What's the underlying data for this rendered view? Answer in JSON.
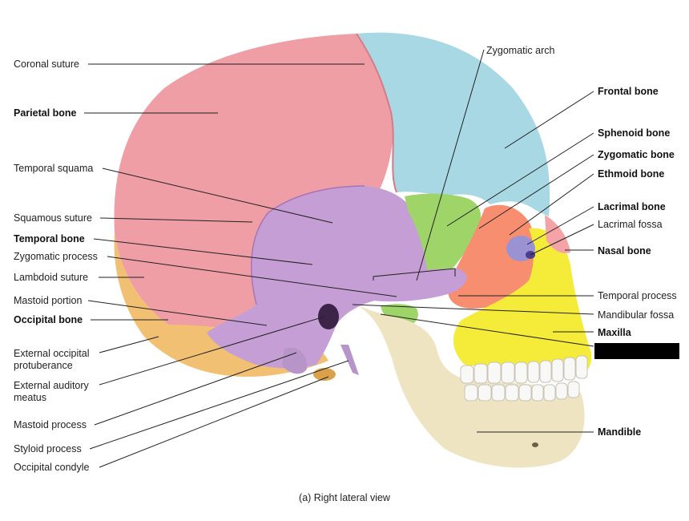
{
  "figure": {
    "caption": "(a) Right lateral view",
    "colors": {
      "parietal": "#ef9ea6",
      "frontal": "#a8d8e4",
      "temporal": "#c49ed4",
      "occipital": "#f2c073",
      "sphenoid": "#9fd468",
      "zygomatic": "#f78e6f",
      "ethmoid": "#9a92d2",
      "lacrimal": "#9a92d2",
      "nasal": "#f4a4a6",
      "maxilla": "#f5ec3a",
      "mandible": "#efe4c2",
      "teeth": "#f8f8f6"
    }
  },
  "labels_left": {
    "coronal_suture": "Coronal suture",
    "parietal_bone": "Parietal bone",
    "temporal_squama": "Temporal squama",
    "squamous_suture": "Squamous suture",
    "temporal_bone": "Temporal bone",
    "zygomatic_process": "Zygomatic process",
    "lambdoid_suture": "Lambdoid suture",
    "mastoid_portion": "Mastoid portion",
    "occipital_bone": "Occipital bone",
    "external_occipital_protuberance": "External occipital protuberance",
    "external_auditory_meatus": "External auditory meatus",
    "mastoid_process": "Mastoid process",
    "styloid_process": "Styloid process",
    "occipital_condyle": "Occipital condyle"
  },
  "labels_top": {
    "zygomatic_arch": "Zygomatic arch"
  },
  "labels_right": {
    "frontal_bone": "Frontal bone",
    "sphenoid_bone": "Sphenoid bone",
    "zygomatic_bone": "Zygomatic bone",
    "ethmoid_bone": "Ethmoid bone",
    "lacrimal_bone": "Lacrimal bone",
    "lacrimal_fossa": "Lacrimal fossa",
    "nasal_bone": "Nasal bone",
    "temporal_process": "Temporal process",
    "mandibular_fossa": "Mandibular fossa",
    "maxilla": "Maxilla",
    "mandible": "Mandible"
  }
}
